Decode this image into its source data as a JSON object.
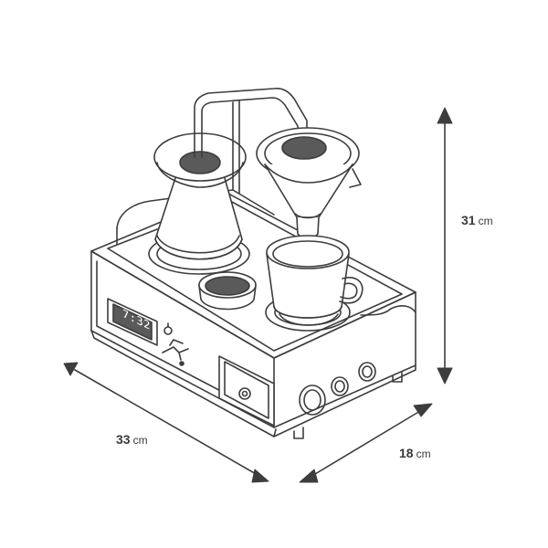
{
  "dimensions": {
    "height": {
      "value": "31",
      "unit": "cm"
    },
    "width": {
      "value": "33",
      "unit": "cm"
    },
    "depth": {
      "value": "18",
      "unit": "cm"
    }
  },
  "display": {
    "time": "7:32"
  },
  "colors": {
    "line": "#3d3d3d",
    "arrow": "#3d3d3d",
    "dark_fill": "#5a5a5a",
    "background": "#ffffff"
  }
}
